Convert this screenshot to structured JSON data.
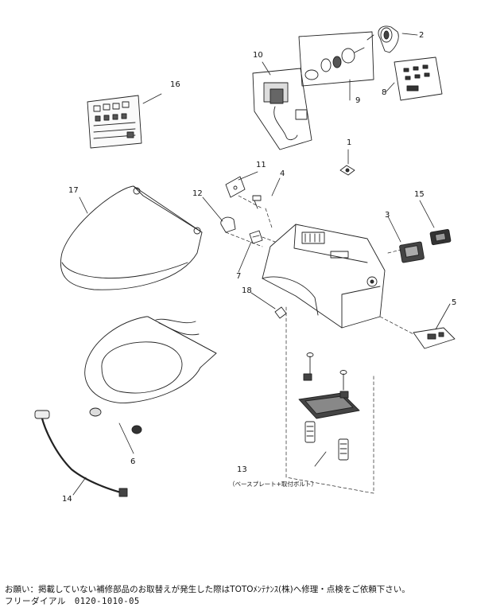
{
  "callouts": [
    "1",
    "2",
    "3",
    "4",
    "5",
    "6",
    "7",
    "8",
    "9",
    "10",
    "11",
    "12",
    "13",
    "14",
    "15",
    "16",
    "17",
    "18"
  ],
  "caption_13": "（ベースプレート+取付ボルト）",
  "footer": {
    "notice": "お願い：掲載していない補修部品のお取替えが発生した際はTOTOﾒﾝﾃﾅﾝｽ(株)へ修理・点検をご依頼下さい。",
    "dial": "フリーダイアル　0120-1010-05"
  }
}
